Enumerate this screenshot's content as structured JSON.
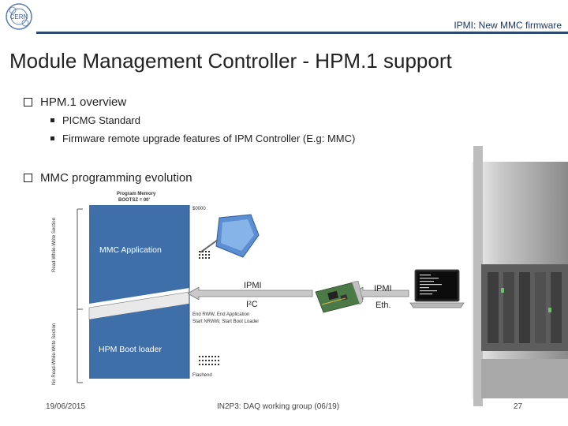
{
  "header": {
    "title": "IPMI: New MMC firmware",
    "logo_text": "CERN"
  },
  "slide": {
    "title": "Module Management Controller - HPM.1 support",
    "bullets": [
      {
        "text": "HPM.1 overview",
        "sub": [
          "PICMG Standard",
          "Firmware remote upgrade features of IPM Controller (E.g: MMC)"
        ]
      },
      {
        "text": "MMC programming evolution",
        "sub": []
      }
    ]
  },
  "diagram": {
    "program_memory_title": "Program Memory",
    "bootsz": "BOOTSZ = 00'",
    "addr_top": "$0000",
    "rww_section": "Read-While-Write Section",
    "nrww_section": "No Read-While-Write Section",
    "end_rww": "End RWW, End Application",
    "start_nrww": "Start NRWW, Start Boot Loader",
    "flashend": "Flashend",
    "mmc_app_label": "MMC Application",
    "boot_label": "HPM Boot loader",
    "ipmi_left": "IPMI",
    "i2c": "I²C",
    "ipmi_right": "IPMI",
    "eth": "Eth."
  },
  "footer": {
    "date": "19/06/2015",
    "center": "IN2P3: DAQ working group (06/19)",
    "page": "27"
  },
  "colors": {
    "accent": "#1f3864",
    "mem_blue": "#3f6fa8",
    "rule": "#2e4a6e"
  }
}
